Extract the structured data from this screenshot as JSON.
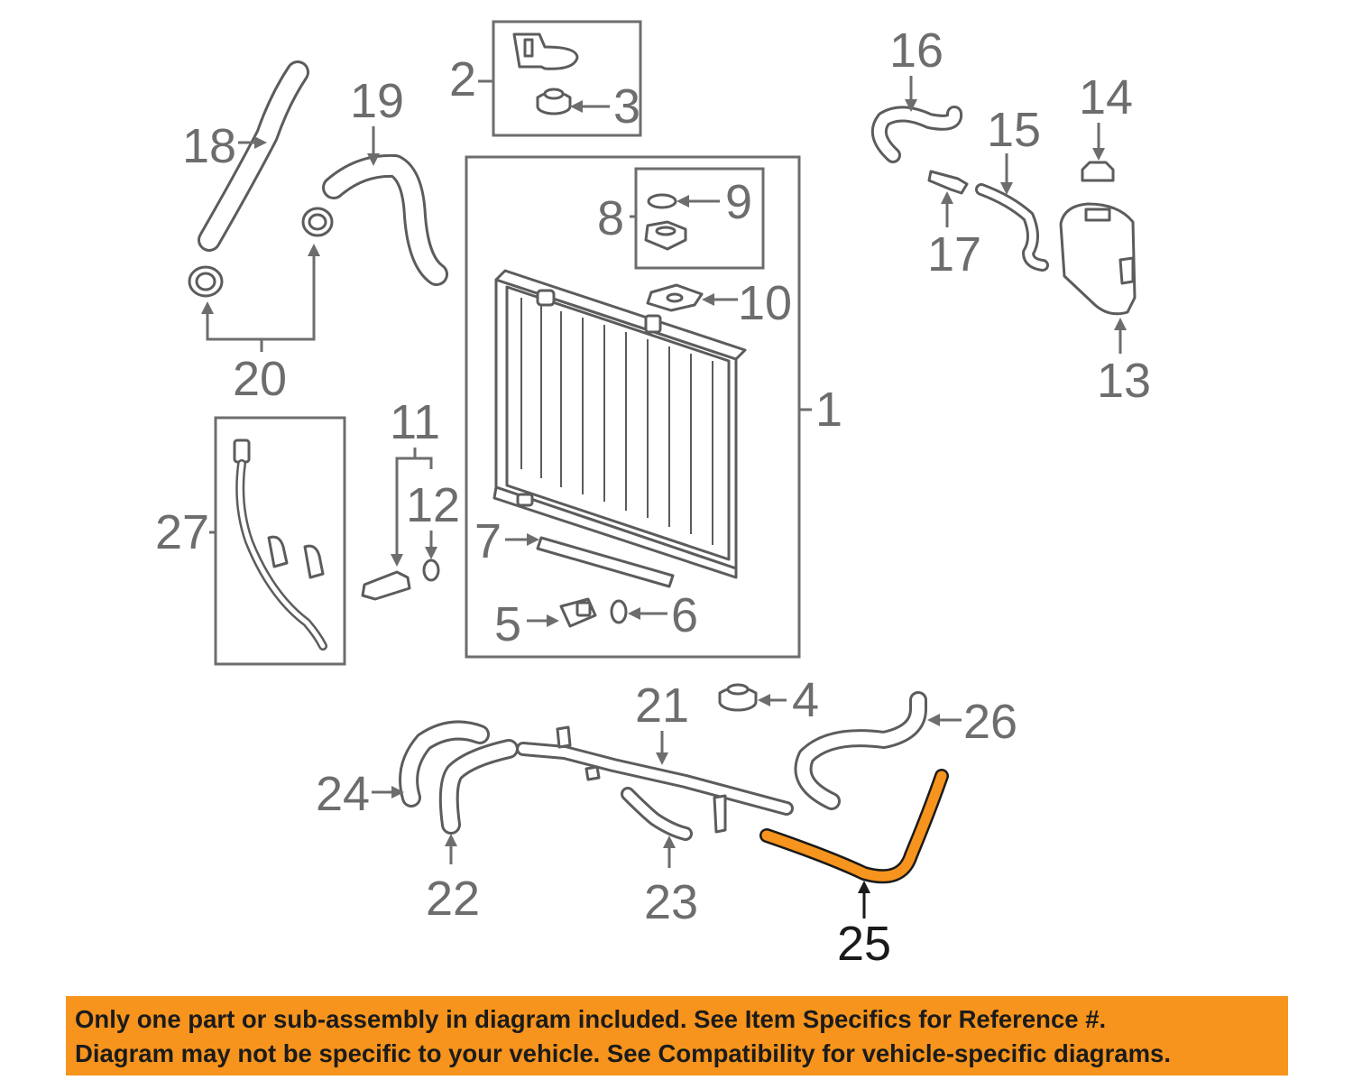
{
  "callouts": {
    "c1": "1",
    "c2": "2",
    "c3": "3",
    "c4": "4",
    "c5": "5",
    "c6": "6",
    "c7": "7",
    "c8": "8",
    "c9": "9",
    "c10": "10",
    "c11": "11",
    "c12": "12",
    "c13": "13",
    "c14": "14",
    "c15": "15",
    "c16": "16",
    "c17": "17",
    "c18": "18",
    "c19": "19",
    "c20": "20",
    "c21": "21",
    "c22": "22",
    "c23": "23",
    "c24": "24",
    "c25": "25",
    "c26": "26",
    "c27": "27"
  },
  "highlight": {
    "part_number": "25",
    "color": "#f7941d",
    "outline_color": "#1a1a1a"
  },
  "colors": {
    "line_art": "#5c5c5c",
    "callout_text": "#6d6d6d",
    "banner": "#f7941d"
  },
  "disclaimer": {
    "line1": "Only one part or sub-assembly in diagram included. See Item Specifics for Reference #.",
    "line2": "Diagram may not be specific to your vehicle. See Compatibility for vehicle-specific diagrams."
  }
}
